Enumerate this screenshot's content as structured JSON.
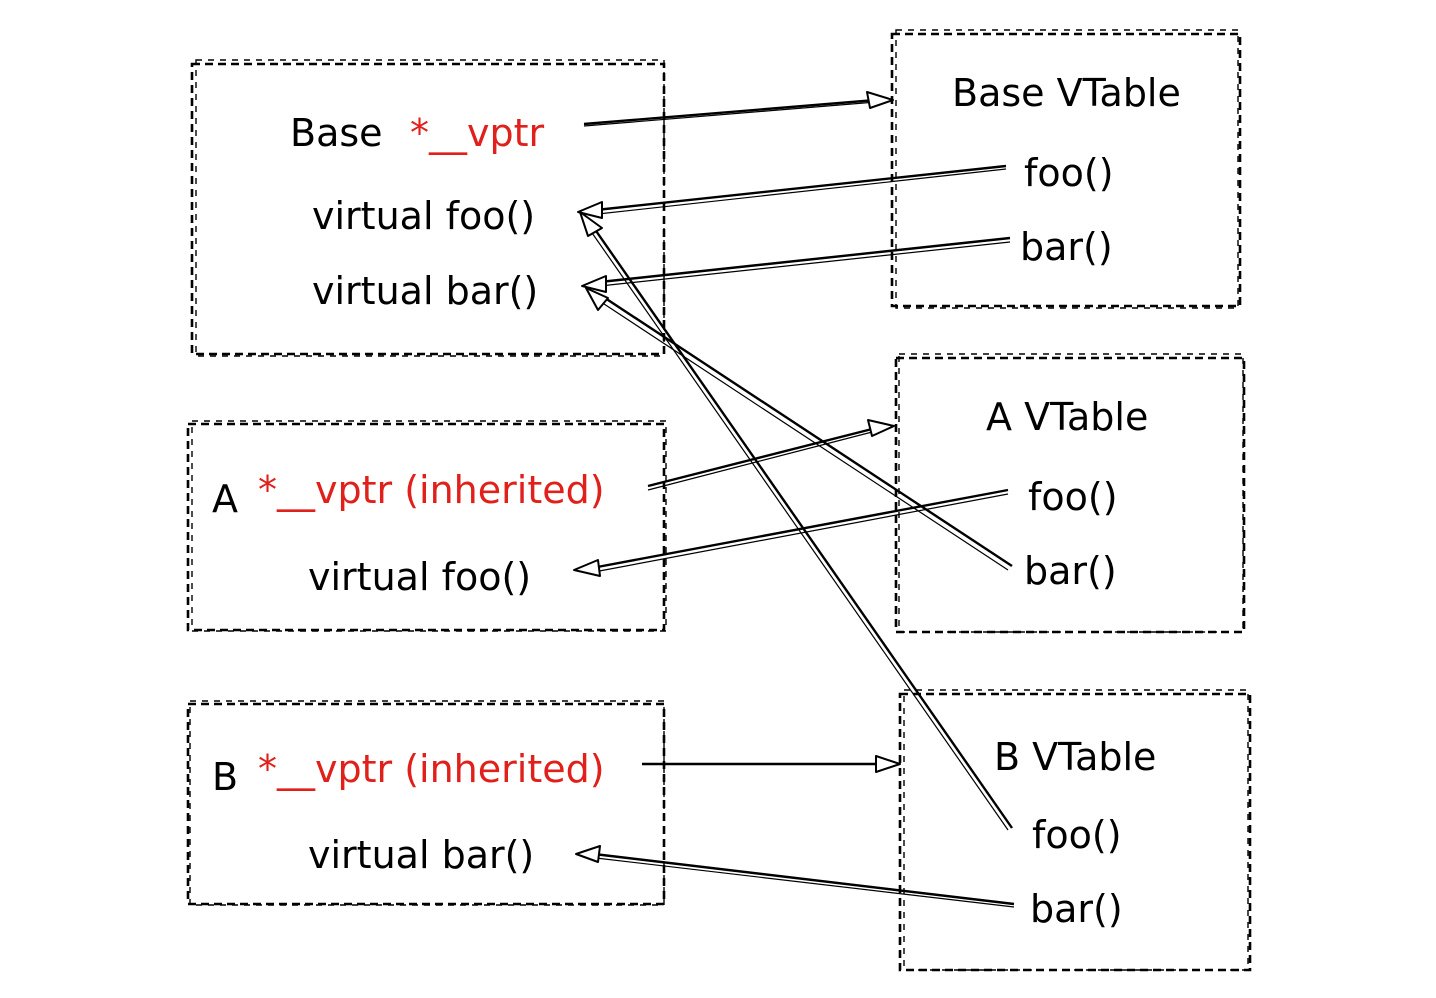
{
  "colors": {
    "ink": "#000000",
    "accent": "#e0201b",
    "background": "#ffffff"
  },
  "base": {
    "name": "Base",
    "vptr": "*__vptr",
    "foo": "virtual foo()",
    "bar": "virtual bar()"
  },
  "a": {
    "name": "A",
    "vptr": "*__vptr (inherited)",
    "foo": "virtual foo()"
  },
  "b": {
    "name": "B",
    "vptr": "*__vptr (inherited)",
    "bar": "virtual bar()"
  },
  "base_vtable": {
    "title": "Base VTable",
    "foo": "foo()",
    "bar": "bar()"
  },
  "a_vtable": {
    "title": "A VTable",
    "foo": "foo()",
    "bar": "bar()"
  },
  "b_vtable": {
    "title": "B VTable",
    "foo": "foo()",
    "bar": "bar()"
  }
}
